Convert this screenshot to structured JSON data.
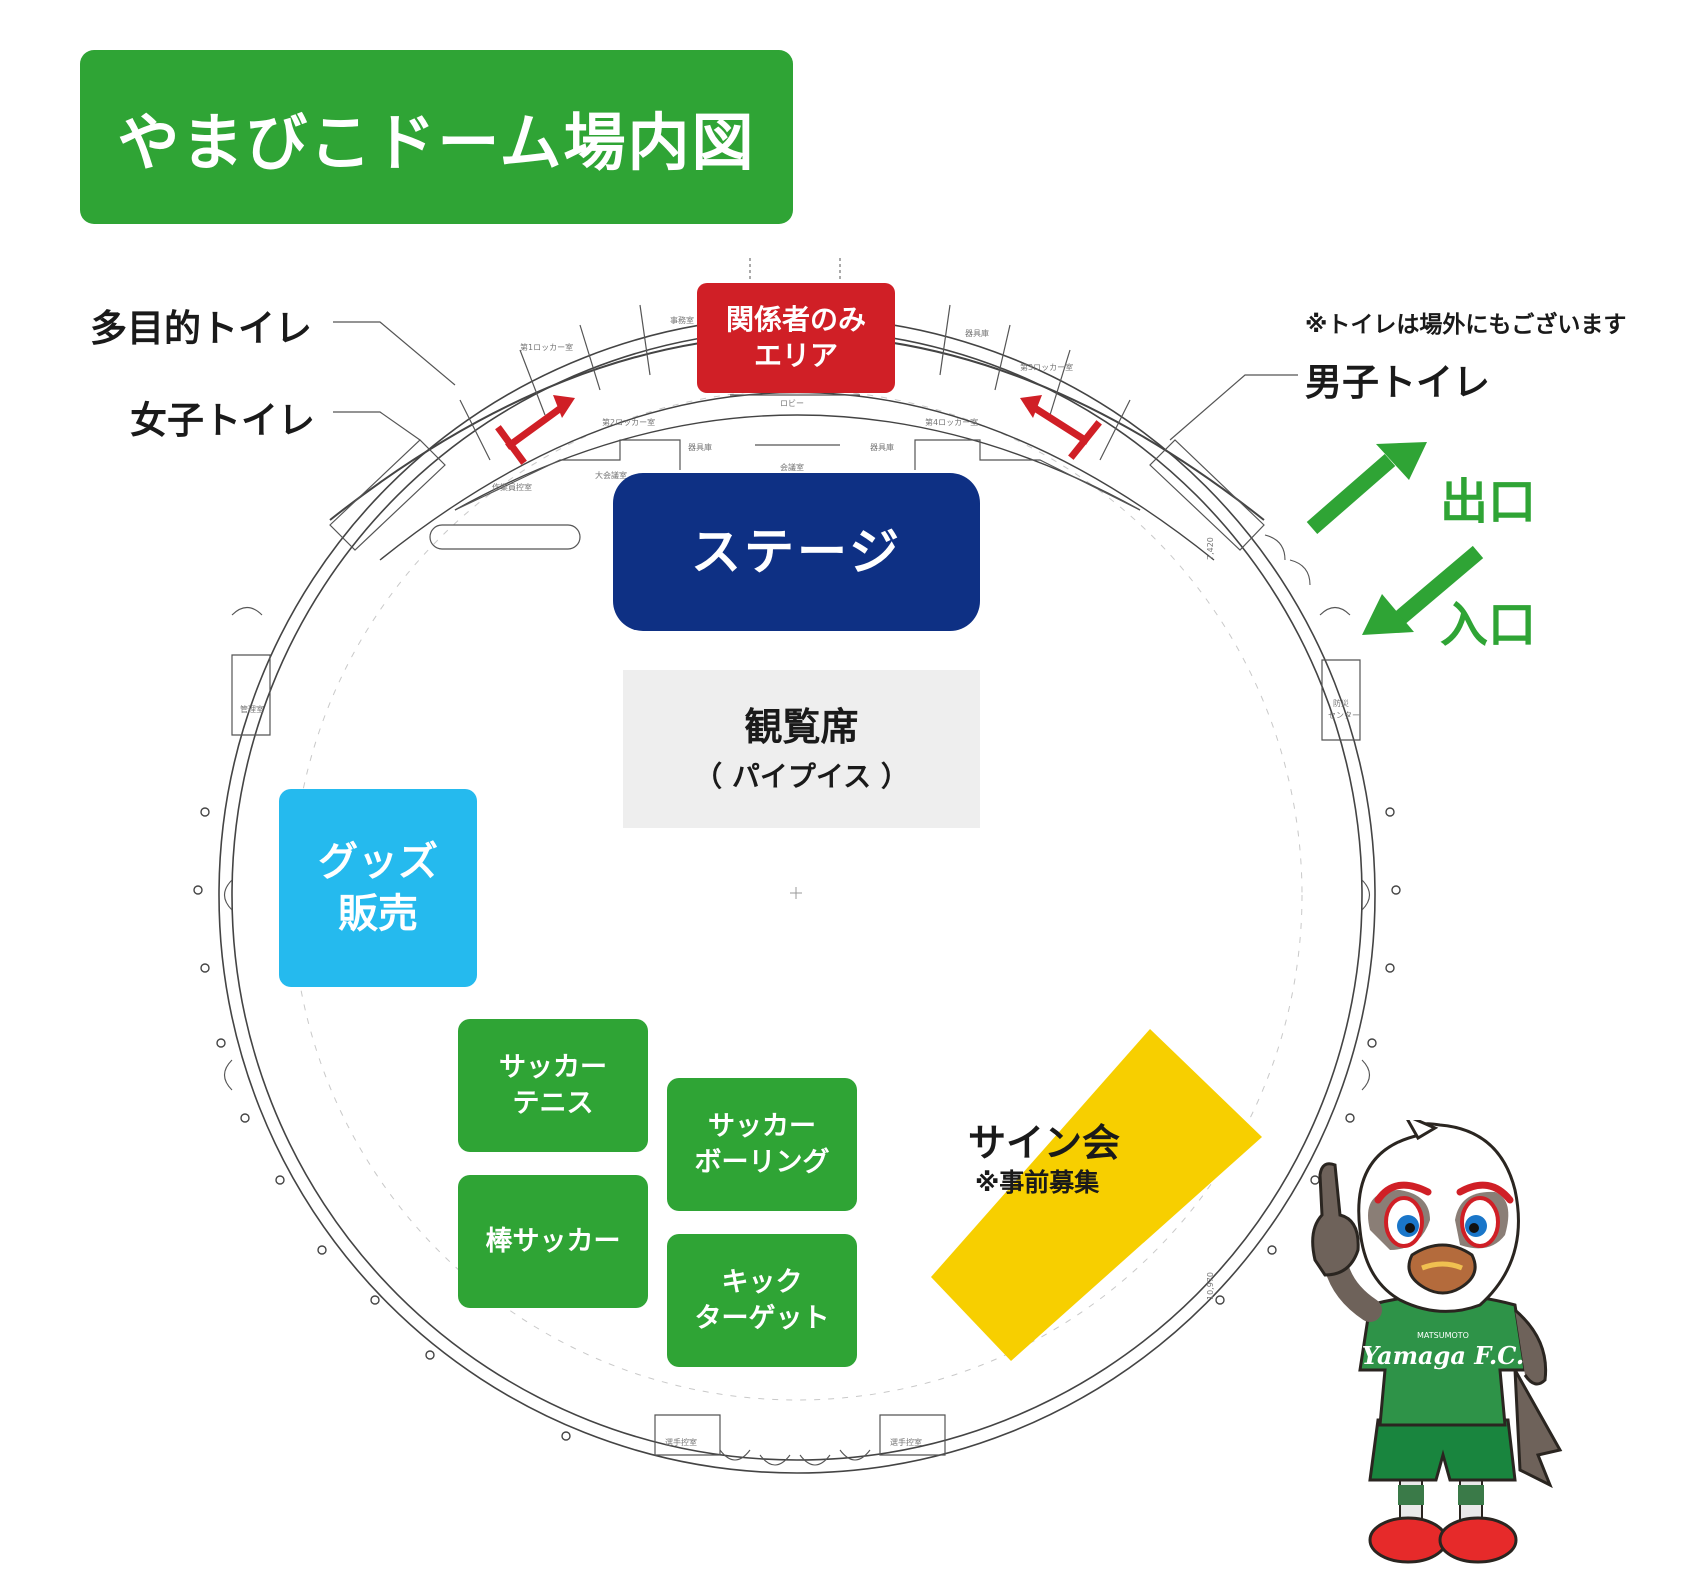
{
  "title": "やまびこドーム場内図",
  "labels": {
    "multipurpose_toilet": "多目的トイレ",
    "womens_toilet": "女子トイレ",
    "mens_toilet": "男子トイレ",
    "toilet_note": "※トイレは場外にもございます",
    "exit": "出口",
    "entrance": "入口"
  },
  "zones": {
    "staff_area": {
      "line1": "関係者のみ",
      "line2": "エリア"
    },
    "stage": "ステージ",
    "seats": {
      "main": "観覧席",
      "sub": "（ パイプイス ）"
    },
    "goods": {
      "line1": "グッズ",
      "line2": "販売"
    },
    "soccer_tennis": {
      "line1": "サッカー",
      "line2": "テニス"
    },
    "stick_soccer": "棒サッカー",
    "soccer_bowling": {
      "line1": "サッカー",
      "line2": "ボーリング"
    },
    "kick_target": {
      "line1": "キック",
      "line2": "ターゲット"
    },
    "sign_event": {
      "title": "サイン会",
      "note": "※事前募集"
    }
  },
  "floorplan_labels": {
    "room_1": "第1ロッカー室",
    "room_2": "第2ロッカー室",
    "room_3": "第3ロッカー室",
    "room_4": "第4ロッカー室",
    "lobby": "ロビー",
    "office": "事務室",
    "meeting_room": "大会議室",
    "conference": "会議室",
    "equipment": "器具庫",
    "equipment_2": "器具庫",
    "storage": "器具庫",
    "manager": "管理室",
    "disaster_1": "防災",
    "disaster_2": "センター",
    "players_1": "選手控室",
    "players_2": "選手控室",
    "work_room": "作業員控室",
    "dim_1": "7,420",
    "dim_2": "10,970"
  },
  "mascot": {
    "jersey_small": "MATSUMOTO",
    "jersey_text": "Yamaga F.C."
  },
  "colors": {
    "green": "#2fa435",
    "red": "#d01f26",
    "navy": "#0e3084",
    "cyan": "#25baee",
    "yellow": "#f7cf00",
    "gray": "#eeeeee"
  }
}
